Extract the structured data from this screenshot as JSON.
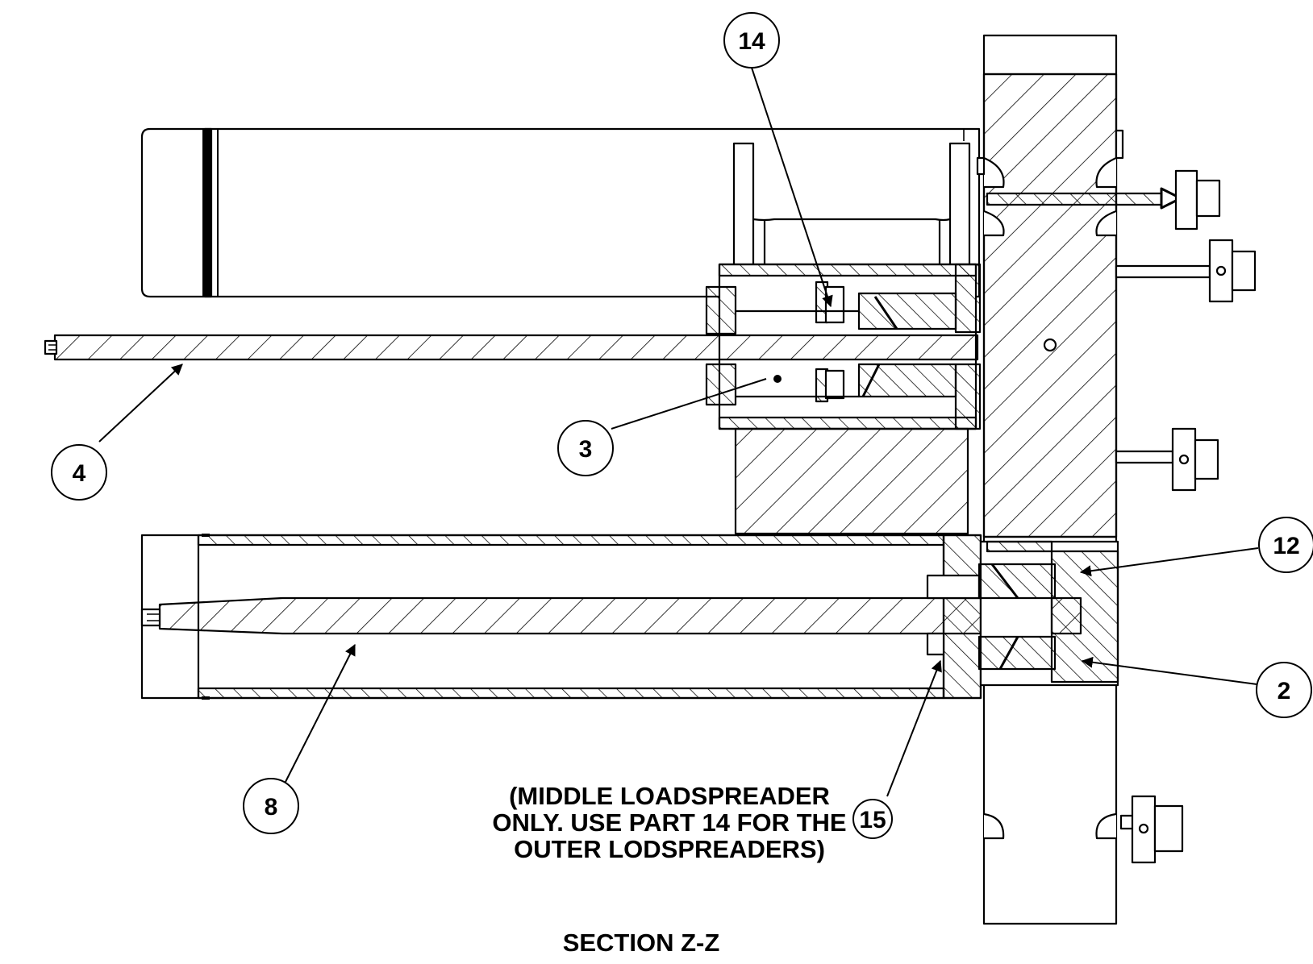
{
  "drawing": {
    "title": "SECTION Z-Z",
    "note_lines": [
      "(MIDDLE LOADSPREADER",
      "ONLY. USE PART 14 FOR THE",
      "OUTER LODSPREADERS)"
    ],
    "balloons": {
      "b14": "14",
      "b4": "4",
      "b3": "3",
      "b12": "12",
      "b2": "2",
      "b8": "8",
      "b15": "15"
    }
  }
}
